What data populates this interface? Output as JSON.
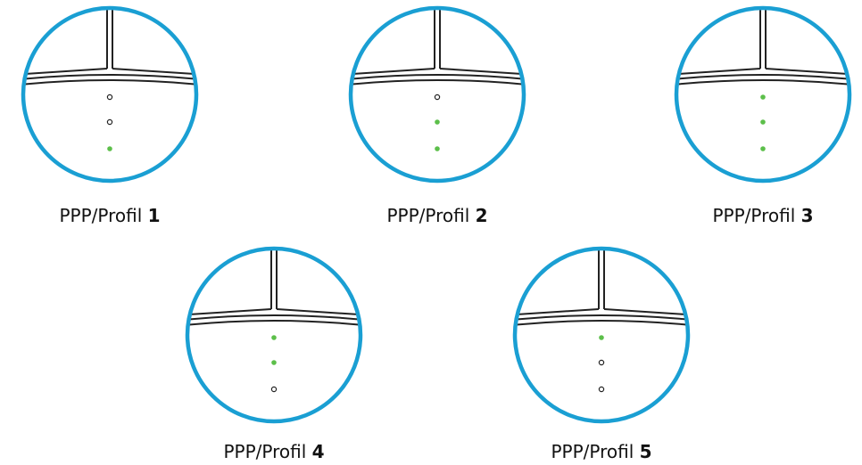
{
  "colors": {
    "ring": "#1a9fd3",
    "led_on": "#5cbf4a",
    "led_off_stroke": "#222222",
    "line": "#222222",
    "text": "#111111"
  },
  "profiles": [
    {
      "caption_prefix": "PPP/Profil ",
      "number": "1",
      "leds": [
        "off",
        "off",
        "on"
      ]
    },
    {
      "caption_prefix": "PPP/Profil ",
      "number": "2",
      "leds": [
        "off",
        "on",
        "on"
      ]
    },
    {
      "caption_prefix": "PPP/Profil ",
      "number": "3",
      "leds": [
        "on",
        "on",
        "on"
      ]
    },
    {
      "caption_prefix": "PPP/Profil ",
      "number": "4",
      "leds": [
        "on",
        "on",
        "off"
      ]
    },
    {
      "caption_prefix": "PPP/Profil ",
      "number": "5",
      "leds": [
        "on",
        "off",
        "off"
      ]
    }
  ]
}
